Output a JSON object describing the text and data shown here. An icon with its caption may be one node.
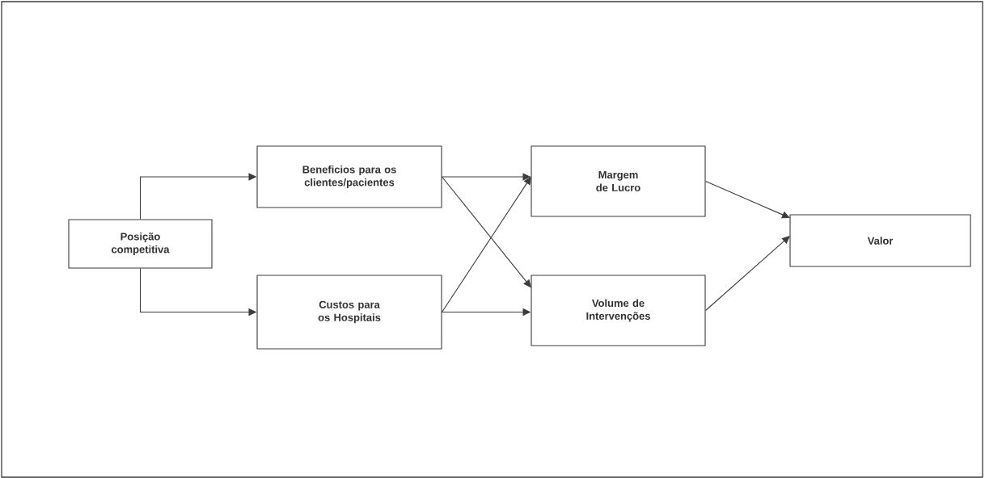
{
  "diagram": {
    "nodes": [
      {
        "text": [
          "Posição competitiva"
        ]
      },
      {
        "text": [
          "Beneficios para os clientes/pacientes"
        ]
      },
      {
        "text": [
          "Margem de Lucro"
        ]
      },
      {
        "text": [
          "Custos para os Hospitais"
        ]
      },
      {
        "text": [
          "Volume de Intervenções"
        ]
      },
      {
        "text": [
          "Valor"
        ]
      }
    ],
    "edges": [
      {
        "from": 0,
        "to": 1,
        "arrow": "to"
      },
      {
        "from": 0,
        "to": 3,
        "arrow": "to"
      },
      {
        "from": 1,
        "to": 2,
        "arrow": "to"
      },
      {
        "from": 3,
        "to": 4,
        "arrow": "to"
      },
      {
        "from": 1,
        "to": 4,
        "arrow": "to"
      },
      {
        "from": 3,
        "to": 2,
        "arrow": "to"
      },
      {
        "from": 2,
        "to": 5,
        "arrow": "to"
      },
      {
        "from": 4,
        "to": 5,
        "arrow": "to"
      }
    ]
  }
}
